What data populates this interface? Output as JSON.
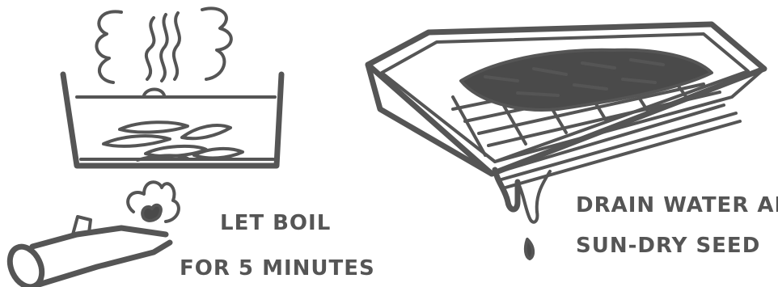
{
  "captions": {
    "boil_line1": "LET BOIL",
    "boil_line2": "FOR 5 MINUTES",
    "drain_line1": "DRAIN WATER AND",
    "drain_line2": "SUN-DRY SEED"
  },
  "colors": {
    "ink": "#555555",
    "paper": "#ffffff"
  }
}
